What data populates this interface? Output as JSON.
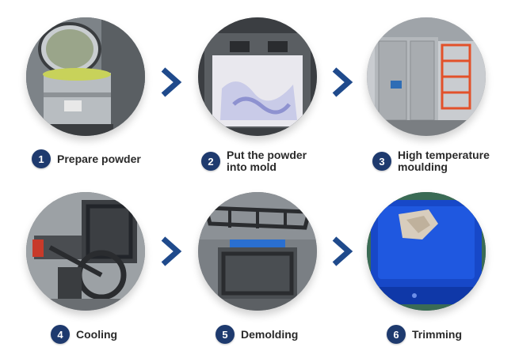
{
  "steps": [
    {
      "number": "1",
      "line1": "Prepare powder",
      "line2": "",
      "photo": "powder-mixer-tank"
    },
    {
      "number": "2",
      "line1": "Put the powder",
      "line2": "into mold",
      "photo": "powder-in-mold"
    },
    {
      "number": "3",
      "line1": "High temperature",
      "line2": "moulding",
      "photo": "rotational-oven"
    },
    {
      "number": "4",
      "line1": "Cooling",
      "line2": "",
      "photo": "cooling-machine-arm"
    },
    {
      "number": "5",
      "line1": "Demolding",
      "line2": "",
      "photo": "mold-frame-open"
    },
    {
      "number": "6",
      "line1": "Trimming",
      "line2": "",
      "photo": "blue-pallet-product"
    }
  ],
  "colors": {
    "badge": "#1e3a6e",
    "arrow": "#1f4a8c",
    "label": "#2a2a2a"
  },
  "icons": [
    "chevron-right-icon"
  ]
}
